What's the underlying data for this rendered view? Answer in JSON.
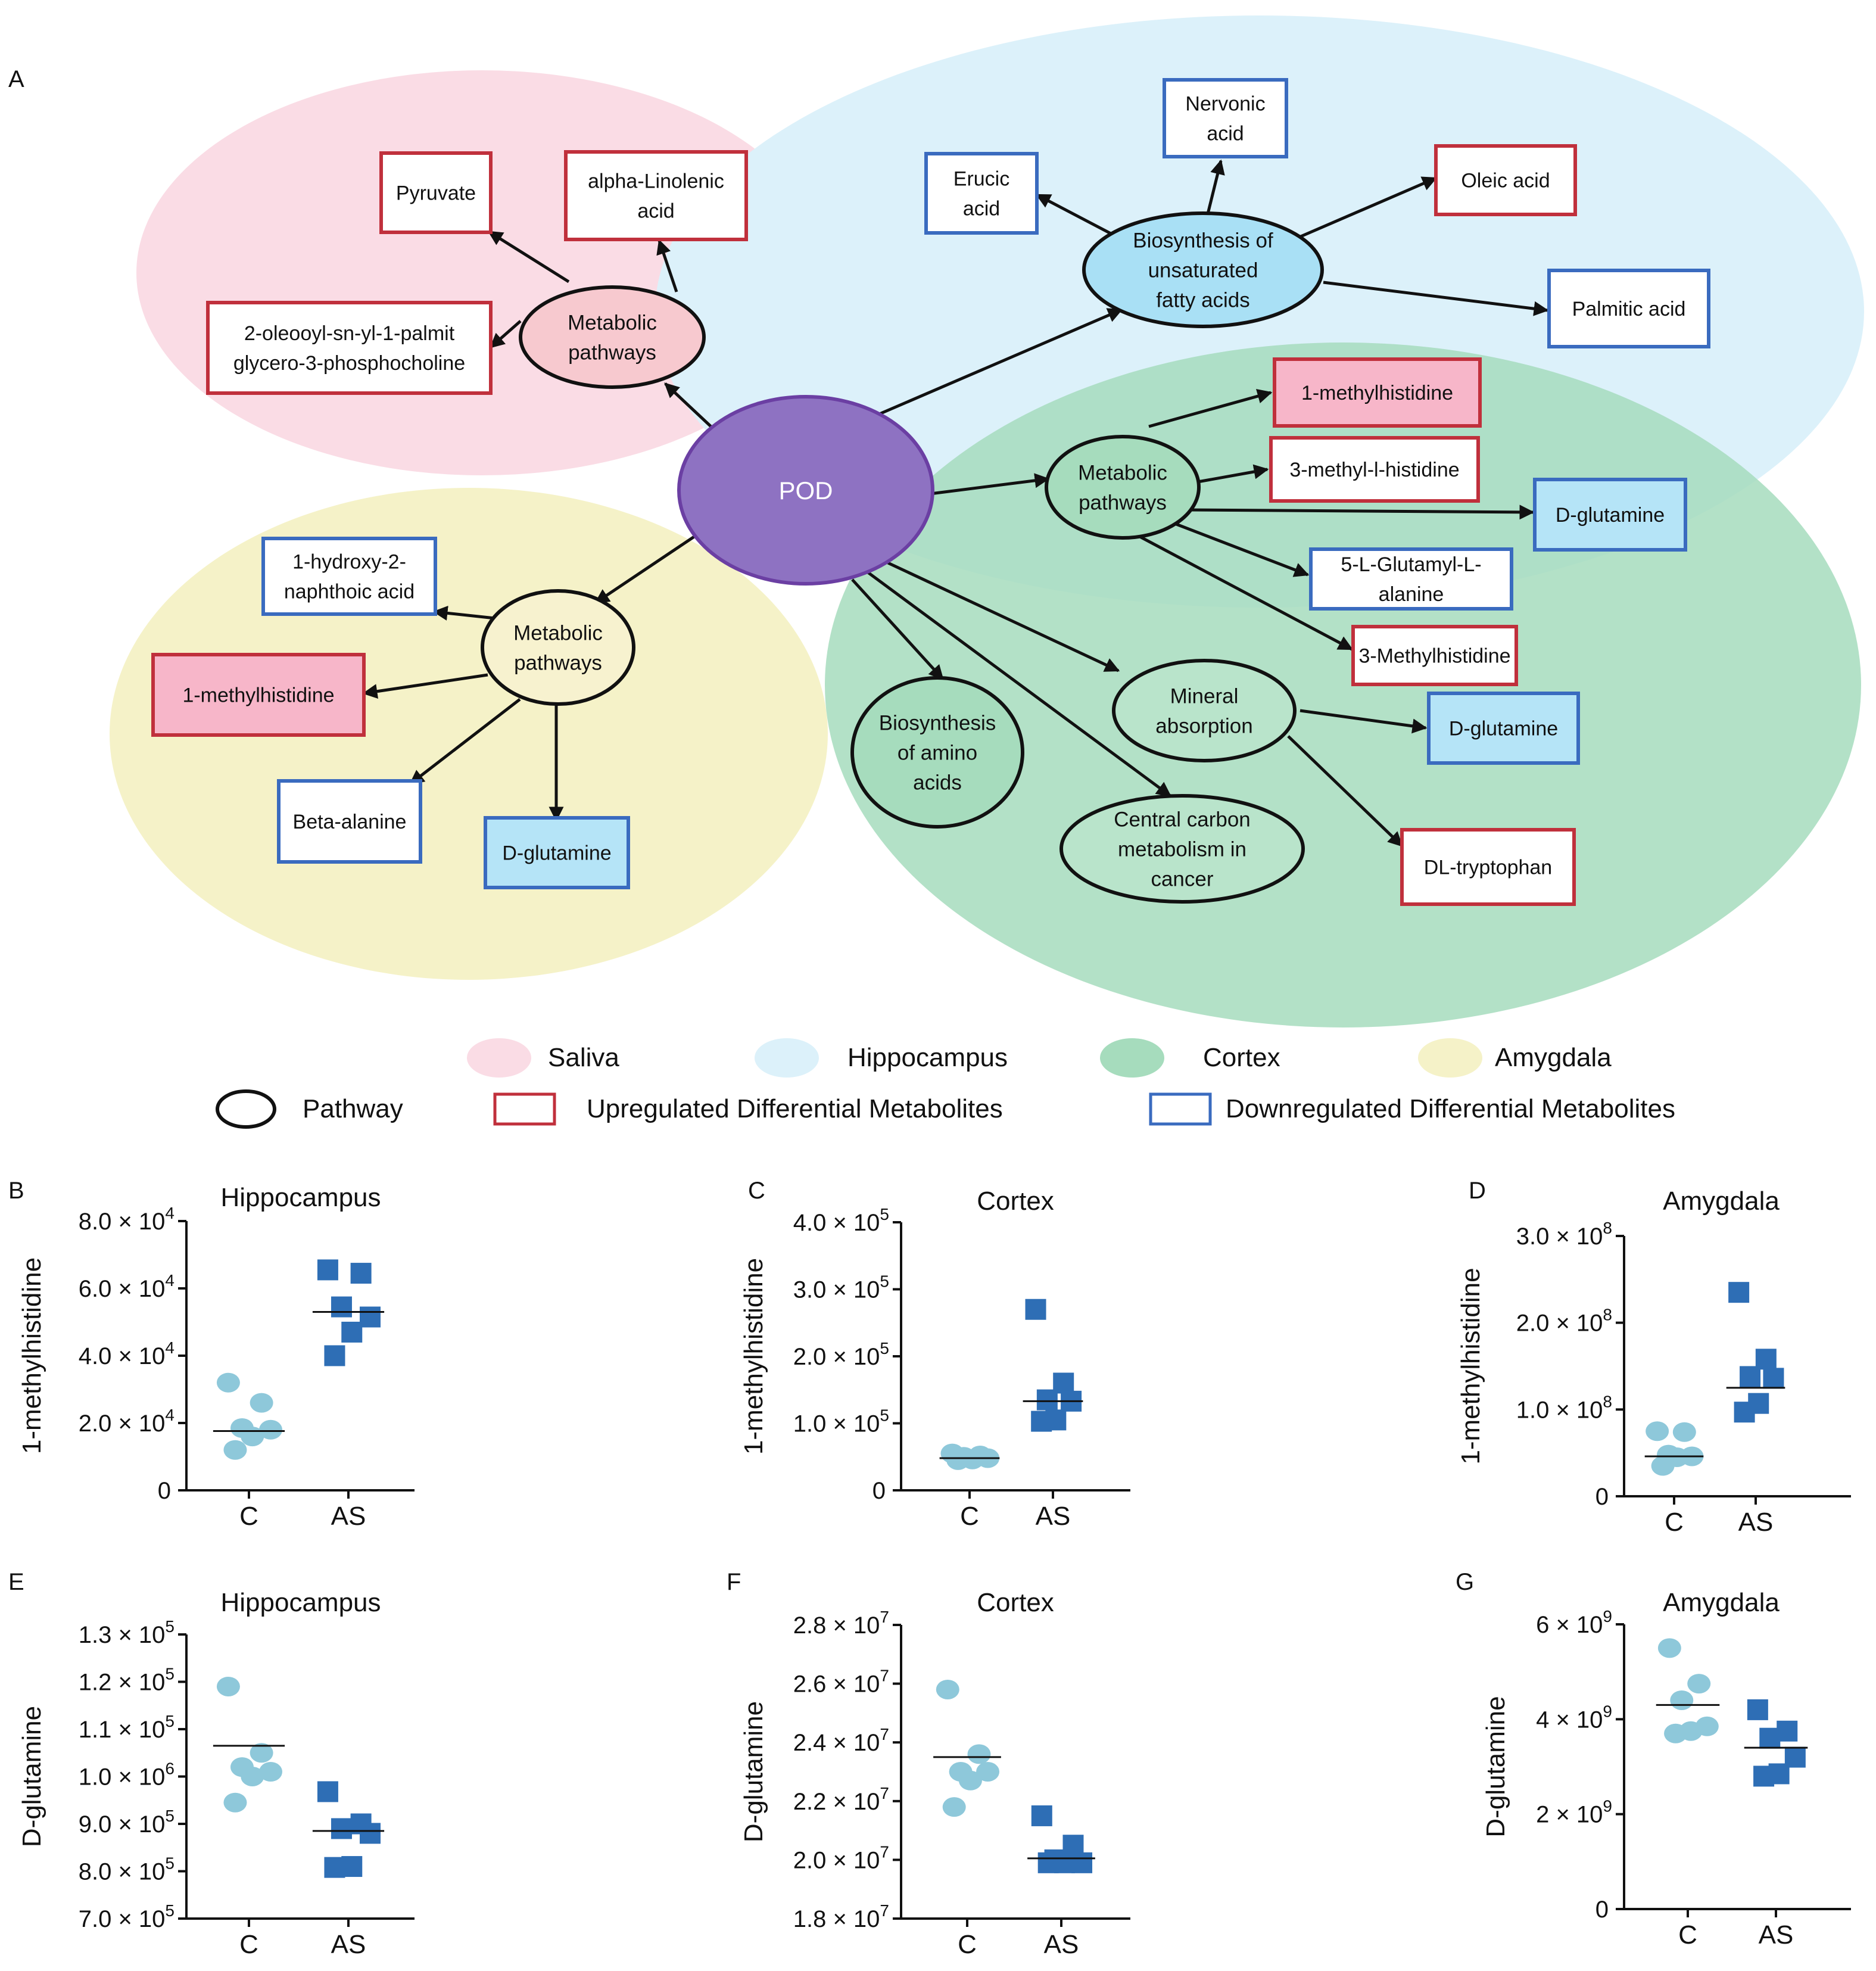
{
  "network": {
    "panel_label": "A",
    "hub": "POD",
    "regions": [
      {
        "key": "saliva",
        "color": "#fadce5"
      },
      {
        "key": "hippocampus",
        "color": "#dcf1fa"
      },
      {
        "key": "cortex",
        "color": "#a6dcbd"
      },
      {
        "key": "amygdala",
        "color": "#f5f2c8"
      }
    ],
    "pathways": [
      {
        "key": "sal_mp",
        "lines": [
          "Metabolic",
          "pathways"
        ]
      },
      {
        "key": "hip_bio",
        "lines": [
          "Biosynthesis of",
          "unsaturated",
          "fatty acids"
        ]
      },
      {
        "key": "cor_mp",
        "lines": [
          "Metabolic",
          "pathways"
        ]
      },
      {
        "key": "amy_mp",
        "lines": [
          "Metabolic",
          "pathways"
        ]
      },
      {
        "key": "cor_bio",
        "lines": [
          "Biosynthesis",
          "of amino",
          "acids"
        ]
      },
      {
        "key": "cor_ccm",
        "lines": [
          "Central carbon",
          "metabolism in",
          "cancer"
        ]
      },
      {
        "key": "cor_min",
        "lines": [
          "Mineral",
          "absorption"
        ]
      }
    ],
    "metabolites": [
      {
        "key": "m1",
        "lines": [
          "Pyruvate"
        ],
        "reg": "up"
      },
      {
        "key": "m2",
        "lines": [
          "alpha-Linolenic",
          "acid"
        ],
        "reg": "up"
      },
      {
        "key": "m3",
        "lines": [
          "2-oleooyl-sn-yl-1-palmit",
          "glycero-3-phosphocholine"
        ],
        "reg": "up"
      },
      {
        "key": "m4",
        "lines": [
          "Nervonic",
          "acid"
        ],
        "reg": "down"
      },
      {
        "key": "m5",
        "lines": [
          "Erucic",
          "acid"
        ],
        "reg": "down"
      },
      {
        "key": "m6",
        "lines": [
          "Oleic acid"
        ],
        "reg": "up"
      },
      {
        "key": "m7",
        "lines": [
          "Palmitic acid"
        ],
        "reg": "down"
      },
      {
        "key": "m8",
        "lines": [
          "1-methylhistidine"
        ],
        "reg": "up",
        "fill": "#f7b6c9"
      },
      {
        "key": "m9",
        "lines": [
          "3-methyl-l-histidine"
        ],
        "reg": "up"
      },
      {
        "key": "m10",
        "lines": [
          "D-glutamine"
        ],
        "reg": "down",
        "fill": "#b5e4f7"
      },
      {
        "key": "m11",
        "lines": [
          "5-L-Glutamyl-L-",
          "alanine"
        ],
        "reg": "down"
      },
      {
        "key": "m12",
        "lines": [
          "3-Methylhistidine"
        ],
        "reg": "up"
      },
      {
        "key": "m13",
        "lines": [
          "D-glutamine"
        ],
        "reg": "down",
        "fill": "#b5e4f7"
      },
      {
        "key": "m14",
        "lines": [
          "DL-tryptophan"
        ],
        "reg": "up"
      },
      {
        "key": "m15",
        "lines": [
          "1-hydroxy-2-",
          "naphthoic acid"
        ],
        "reg": "down"
      },
      {
        "key": "m16",
        "lines": [
          "1-methylhistidine"
        ],
        "reg": "up",
        "fill": "#f7b6c9"
      },
      {
        "key": "m17",
        "lines": [
          "Beta-alanine"
        ],
        "reg": "down"
      },
      {
        "key": "m18",
        "lines": [
          "D-glutamine"
        ],
        "reg": "down",
        "fill": "#b5e4f7"
      }
    ],
    "colors": {
      "up_border": "#c0303c",
      "down_border": "#3a6bbf",
      "hub_fill": "#8e72c2",
      "hub_stroke": "#6b3fa3"
    },
    "legend": {
      "regions": [
        "Saliva",
        "Hippocampus",
        "Cortex",
        "Amygdala"
      ],
      "pathway": "Pathway",
      "up": "Upregulated Differential Metabolites",
      "down": "Downregulated Differential Metabolites"
    }
  },
  "chart_data": [
    {
      "panel": "B",
      "type": "scatter",
      "title": "Hippocampus",
      "ylabel": "1-methylhistidine",
      "categories": [
        "C",
        "AS"
      ],
      "yticks": [
        {
          "v": 0,
          "label": [
            "0"
          ]
        },
        {
          "v": 20000,
          "label": [
            "2.0 × 10",
            "4"
          ]
        },
        {
          "v": 40000,
          "label": [
            "4.0 × 10",
            "4"
          ]
        },
        {
          "v": 60000,
          "label": [
            "6.0 × 10",
            "4"
          ]
        },
        {
          "v": 80000,
          "label": [
            "8.0 × 10",
            "4"
          ]
        }
      ],
      "ylim": [
        0,
        80000
      ],
      "series": [
        {
          "values": [
            32000,
            26000,
            18500,
            18000,
            16000,
            12000
          ],
          "median": 17600
        },
        {
          "values": [
            65500,
            64500,
            54500,
            51500,
            47000,
            40000
          ],
          "median": 53000
        }
      ]
    },
    {
      "panel": "C",
      "type": "scatter",
      "title": "Cortex",
      "ylabel": "1-methylhistidine",
      "categories": [
        "C",
        "AS"
      ],
      "yticks": [
        {
          "v": 0,
          "label": [
            "0"
          ]
        },
        {
          "v": 100000,
          "label": [
            "1.0 × 10",
            "5"
          ]
        },
        {
          "v": 200000,
          "label": [
            "2.0 × 10",
            "5"
          ]
        },
        {
          "v": 300000,
          "label": [
            "3.0 × 10",
            "5"
          ]
        },
        {
          "v": 400000,
          "label": [
            "4.0 × 10",
            "5"
          ]
        }
      ],
      "ylim": [
        0,
        400000
      ],
      "series": [
        {
          "values": [
            55000,
            52000,
            50000,
            48000,
            46000,
            45000
          ],
          "median": 48000
        },
        {
          "values": [
            270000,
            160000,
            135000,
            133000,
            105000,
            103000
          ],
          "median": 133000
        }
      ]
    },
    {
      "panel": "D",
      "type": "scatter",
      "title": "Amygdala",
      "ylabel": "1-methylhistidine",
      "categories": [
        "C",
        "AS"
      ],
      "yticks": [
        {
          "v": 0,
          "label": [
            "0"
          ]
        },
        {
          "v": 100000000,
          "label": [
            "1.0 × 10",
            "8"
          ]
        },
        {
          "v": 200000000,
          "label": [
            "2.0 × 10",
            "8"
          ]
        },
        {
          "v": 300000000,
          "label": [
            "3.0 × 10",
            "8"
          ]
        }
      ],
      "ylim": [
        0,
        300000000
      ],
      "series": [
        {
          "values": [
            75000000,
            74000000,
            48000000,
            46000000,
            45000000,
            35000000
          ],
          "median": 46000000
        },
        {
          "values": [
            235000000,
            158000000,
            138000000,
            136000000,
            107000000,
            97000000
          ],
          "median": 125000000
        }
      ]
    },
    {
      "panel": "E",
      "type": "scatter",
      "title": "Hippocampus",
      "ylabel": "D-glutamine",
      "categories": [
        "C",
        "AS"
      ],
      "yticks": [
        {
          "v": 700000,
          "label": [
            "7.0 × 10",
            "5"
          ]
        },
        {
          "v": 800000,
          "label": [
            "8.0 × 10",
            "5"
          ]
        },
        {
          "v": 900000,
          "label": [
            "9.0 × 10",
            "5"
          ]
        },
        {
          "v": 1000000,
          "label": [
            "1.0 × 10",
            "6"
          ]
        },
        {
          "v": 1100000,
          "label": [
            "1.1 × 10",
            "5"
          ]
        },
        {
          "v": 1200000,
          "label": [
            "1.2 × 10",
            "5"
          ]
        },
        {
          "v": 1300000,
          "label": [
            "1.3 × 10",
            "5"
          ]
        }
      ],
      "ylim": [
        700000,
        1300000
      ],
      "series": [
        {
          "values": [
            1190000,
            1050000,
            1020000,
            1010000,
            1000000,
            945000
          ],
          "median": 1065000
        },
        {
          "values": [
            968000,
            900000,
            890000,
            880000,
            810000,
            808000
          ],
          "median": 885000
        }
      ]
    },
    {
      "panel": "F",
      "type": "scatter",
      "title": "Cortex",
      "ylabel": "D-glutamine",
      "categories": [
        "C",
        "AS"
      ],
      "yticks": [
        {
          "v": 18000000,
          "label": [
            "1.8 × 10",
            "7"
          ]
        },
        {
          "v": 20000000,
          "label": [
            "2.0 × 10",
            "7"
          ]
        },
        {
          "v": 22000000,
          "label": [
            "2.2 × 10",
            "7"
          ]
        },
        {
          "v": 24000000,
          "label": [
            "2.4 × 10",
            "7"
          ]
        },
        {
          "v": 26000000,
          "label": [
            "2.6 × 10",
            "7"
          ]
        },
        {
          "v": 28000000,
          "label": [
            "2.8 × 10",
            "7"
          ]
        }
      ],
      "ylim": [
        18000000,
        28000000
      ],
      "series": [
        {
          "values": [
            25800000,
            23600000,
            23000000,
            23000000,
            22700000,
            21800000
          ],
          "median": 23500000
        },
        {
          "values": [
            21500000,
            20500000,
            20000000,
            19900000,
            19900000,
            19900000
          ],
          "median": 20050000
        }
      ]
    },
    {
      "panel": "G",
      "type": "scatter",
      "title": "Amygdala",
      "ylabel": "D-glutamine",
      "categories": [
        "C",
        "AS"
      ],
      "yticks": [
        {
          "v": 0,
          "label": [
            "0"
          ]
        },
        {
          "v": 2000000000,
          "label": [
            "2 × 10",
            "9"
          ]
        },
        {
          "v": 4000000000,
          "label": [
            "4 × 10",
            "9"
          ]
        },
        {
          "v": 6000000000,
          "label": [
            "6 × 10",
            "9"
          ]
        }
      ],
      "ylim": [
        0,
        6000000000
      ],
      "series": [
        {
          "values": [
            5500000000,
            4750000000,
            4400000000,
            3850000000,
            3750000000,
            3700000000
          ],
          "median": 4300000000
        },
        {
          "values": [
            4200000000,
            3750000000,
            3600000000,
            3200000000,
            2850000000,
            2800000000
          ],
          "median": 3400000000
        }
      ]
    }
  ]
}
